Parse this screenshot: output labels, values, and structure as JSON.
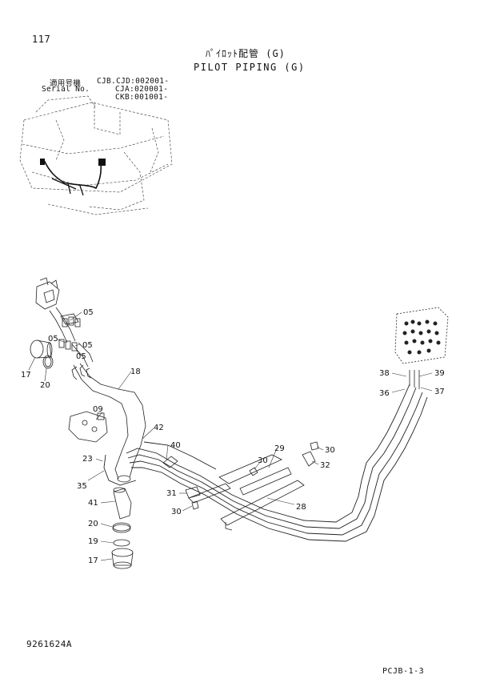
{
  "header": {
    "page_number": "117",
    "title_jp": "ﾊﾟｲﾛｯﾄ配管 (G)",
    "title_en": "PILOT PIPING (G)"
  },
  "serial": {
    "label_jp": "適用号機",
    "label_en": "Serial No.",
    "ranges": [
      "CJB.CJD:002001-",
      "CJA:020001-",
      "CKB:001001-"
    ]
  },
  "callouts": {
    "c05a": "05",
    "c05b": "05",
    "c05c": "05",
    "c05d": "05",
    "c17a": "17",
    "c20a": "20",
    "c18": "18",
    "c09": "09",
    "c42": "42",
    "c40": "40",
    "c23": "23",
    "c35": "35",
    "c29": "29",
    "c30a": "30",
    "c30b": "30",
    "c32": "32",
    "c31": "31",
    "c30c": "30",
    "c28": "28",
    "c41": "41",
    "c20b": "20",
    "c19": "19",
    "c17b": "17",
    "c38": "38",
    "c39": "39",
    "c36": "36",
    "c37": "37"
  },
  "footer": {
    "drawing_number": "9261624A",
    "sheet_code": "PCJB-1-3"
  }
}
